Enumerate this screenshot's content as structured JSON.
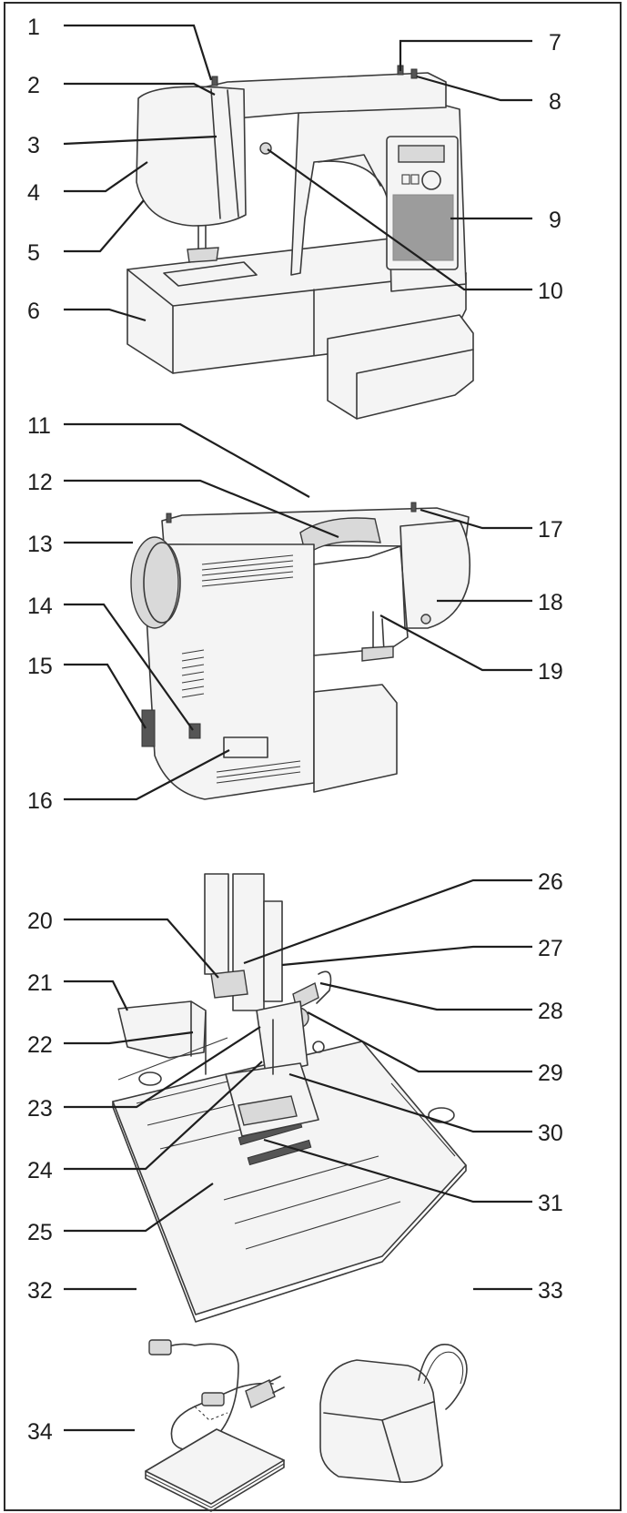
{
  "labels": [
    "1",
    "2",
    "3",
    "4",
    "5",
    "6",
    "7",
    "8",
    "9",
    "10",
    "11",
    "12",
    "13",
    "14",
    "15",
    "16",
    "17",
    "18",
    "19",
    "20",
    "21",
    "22",
    "23",
    "24",
    "25",
    "26",
    "27",
    "28",
    "29",
    "30",
    "31",
    "32",
    "33",
    "34"
  ],
  "colors": {
    "line": "#1e1e1e",
    "background": "#ffffff",
    "frame": "#2b2b2b"
  }
}
